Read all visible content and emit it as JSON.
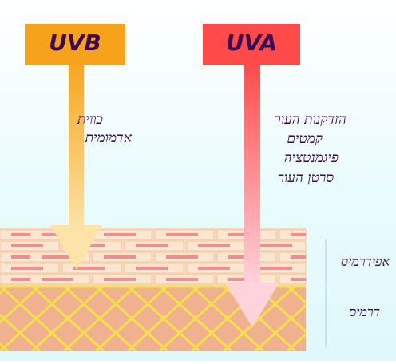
{
  "uvb": {
    "label": "UVB",
    "effects": [
      "כווית",
      "אדמומית"
    ],
    "box_color": "#f7a21b",
    "arrow_top_color": "#f5a623",
    "arrow_bottom_color": "#fde3a7"
  },
  "uva": {
    "label": "UVA",
    "effects": [
      "הזדקנות העור",
      "קמטים",
      "פיגמנטציה",
      "סרטן העור"
    ],
    "box_color": "#ff4a4a",
    "arrow_top_color": "#ff4b4b",
    "arrow_bottom_color": "#ffd3dc"
  },
  "layers": {
    "epidermis": "אפידרמיס",
    "dermis": "דרמיס"
  },
  "colors": {
    "text": "#3a0a56",
    "skin_base": "#f8d8b8",
    "brick_border": "#f2c8a8",
    "brick_stripe": "#ef8f8f",
    "dermis_fill": "#f0b28e",
    "dermis_lines": "#f4e04a"
  }
}
